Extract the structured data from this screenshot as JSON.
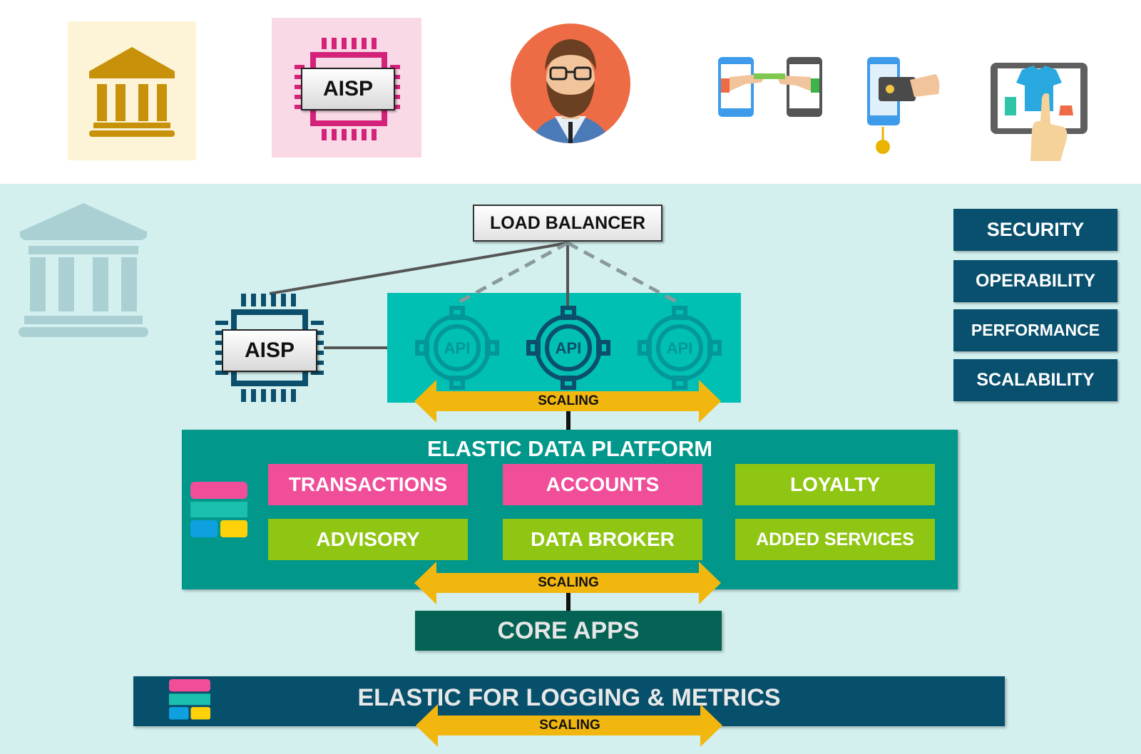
{
  "top_icons": {
    "bank": "bank-icon",
    "aisp_chip_label": "AISP",
    "user": "bearded-user-avatar",
    "p2p": "phone-to-phone-payment-icon",
    "mobile_payment": "mobile-card-payment-icon",
    "shopping": "tablet-shopping-icon"
  },
  "load_balancer": "LOAD BALANCER",
  "aisp_label": "AISP",
  "api_labels": [
    "API",
    "API",
    "API"
  ],
  "qualities": [
    "SECURITY",
    "OPERABILITY",
    "PERFORMANCE",
    "SCALABILITY"
  ],
  "platform": {
    "title": "ELASTIC DATA PLATFORM",
    "tiles": [
      {
        "label": "TRANSACTIONS",
        "color": "#f04e98"
      },
      {
        "label": "ACCOUNTS",
        "color": "#f04e98"
      },
      {
        "label": "LOYALTY",
        "color": "#8fc613"
      },
      {
        "label": "ADVISORY",
        "color": "#8fc613"
      },
      {
        "label": "DATA BROKER",
        "color": "#8fc613"
      },
      {
        "label": "ADDED SERVICES",
        "color": "#8fc613"
      }
    ]
  },
  "scaling_labels": [
    "SCALING",
    "SCALING",
    "SCALING"
  ],
  "core_apps": "CORE APPS",
  "logging": "ELASTIC FOR LOGGING & METRICS",
  "colors": {
    "background": "#d3f0ef",
    "api_band": "#00bfb3",
    "platform": "#01978a",
    "core_apps": "#046355",
    "navy": "#08506d",
    "scaling_arrow": "#f2b70f"
  }
}
